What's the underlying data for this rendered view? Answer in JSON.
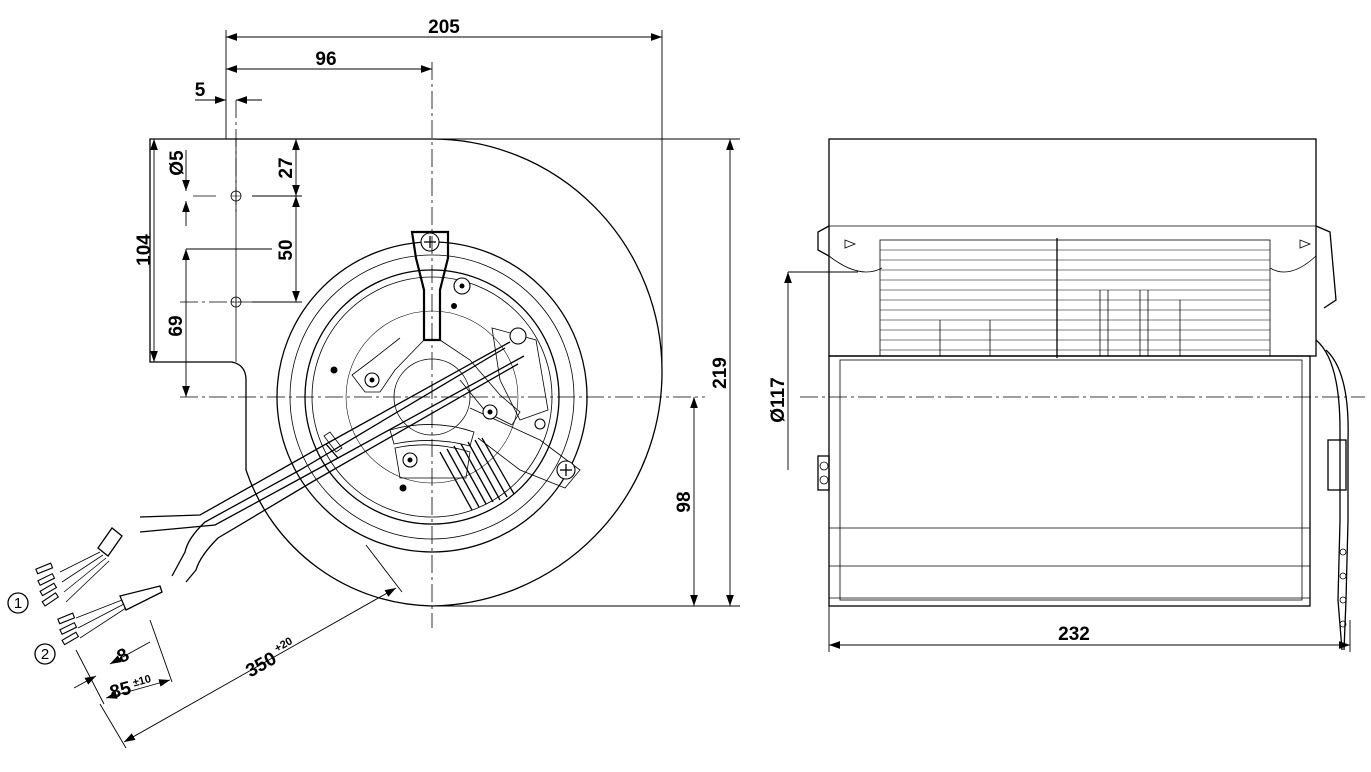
{
  "views": [
    "front-view",
    "side-view"
  ],
  "dimensions": {
    "overall_width": "205",
    "axis_offset": "96",
    "slot_offset": "5",
    "hole_diameter": "Ø5",
    "hole_top": "27",
    "hole_spacing": "50",
    "flange_height": "104",
    "hole_to_axis": "69",
    "overall_height": "219",
    "axis_to_bottom": "98",
    "inlet_diameter": "Ø117",
    "housing_width": "232",
    "cable_length": "350",
    "cable_length_tol": "+20",
    "strip_length": "8",
    "sheath_strip": "85",
    "sheath_strip_tol": "±10"
  },
  "callouts": [
    "1",
    "2"
  ]
}
